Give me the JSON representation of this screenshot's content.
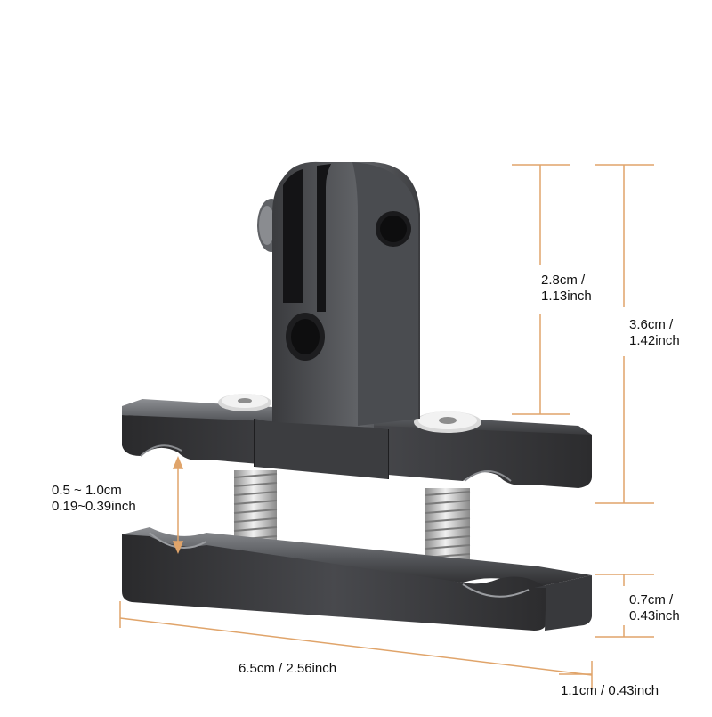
{
  "product": {
    "name_icon": "gopro-mount-clamp-illustration"
  },
  "dimensions": {
    "mount_height": {
      "line1": "2.8cm /",
      "line2": "1.13inch"
    },
    "total_height": {
      "line1": "3.6cm /",
      "line2": "1.42inch"
    },
    "clamp_gap": {
      "line1": "0.5 ~ 1.0cm",
      "line2": "0.19~0.39inch"
    },
    "bar_height": {
      "line1": "0.7cm /",
      "line2": "0.43inch"
    },
    "length": {
      "text": "6.5cm / 2.56inch"
    },
    "depth": {
      "text": "1.1cm / 0.43inch"
    }
  },
  "colors": {
    "dimension_line": "#e0a46a",
    "metal_dark": "#2b2b2d",
    "metal_mid": "#55575b",
    "metal_light": "#8a8c90",
    "screw": "#c9c9c9"
  }
}
